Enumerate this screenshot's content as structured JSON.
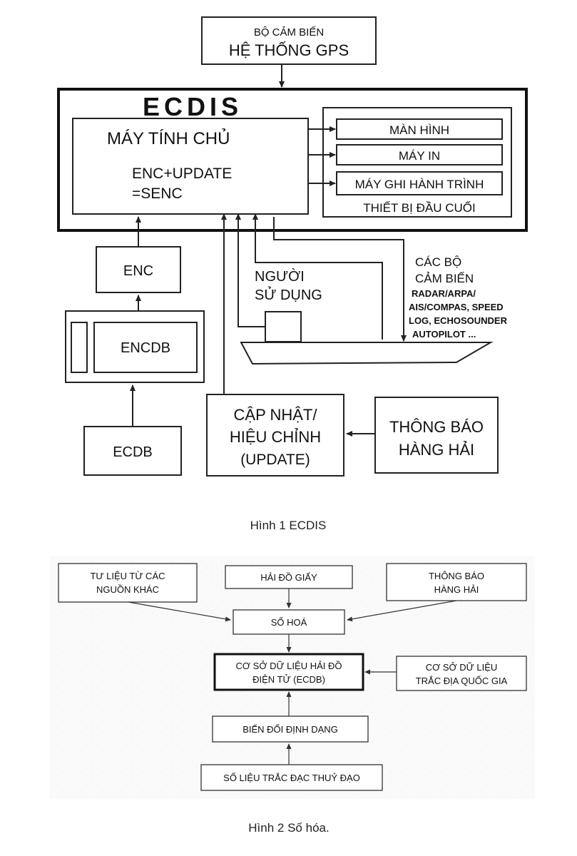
{
  "figure1": {
    "gps": {
      "line1": "BỘ CẢM BIẾN",
      "line2": "HỆ THỐNG GPS"
    },
    "ecdis_title": "ECDIS",
    "host": {
      "title": "MÁY TÍNH CHỦ",
      "line1": "ENC+UPDATE",
      "line2": "=SENC"
    },
    "terminals": {
      "items": [
        "MÀN HÌNH",
        "MÁY IN",
        "MÁY GHI HÀNH TRÌNH"
      ],
      "label": "THIẾT BỊ ĐẦU CUỐI"
    },
    "enc": "ENC",
    "encdb": "ENCDB",
    "ecdb": "ECDB",
    "user": {
      "line1": "NGƯỜI",
      "line2": "SỬ DỤNG"
    },
    "sensors": {
      "line1": "CÁC BỘ",
      "line2": "CẢM BIẾN",
      "line3": "RADAR/ARPA/",
      "line4": "AIS/COMPAS, SPEED",
      "line5": "LOG, ECHOSOUNDER",
      "line6": "AUTOPILOT ..."
    },
    "update": {
      "line1": "CẬP NHẬT/",
      "line2": "HIỆU CHỈNH",
      "line3": "(UPDATE)"
    },
    "notice": {
      "line1": "THÔNG BÁO",
      "line2": "HÀNG HẢI"
    },
    "caption": "Hình 1 ECDIS"
  },
  "figure2": {
    "other_sources": {
      "line1": "TƯ LIỆU TỪ CÁC",
      "line2": "NGUỒN KHÁC"
    },
    "paper_chart": "HẢI ĐỒ GIẤY",
    "nautical_notice": {
      "line1": "THÔNG BÁO",
      "line2": "HÀNG HẢI"
    },
    "digitize": "SỐ HOÁ",
    "ecdb": {
      "line1": "CƠ SỞ DỮ LIỆU HẢI ĐỒ",
      "line2": "ĐIỆN TỬ (ECDB)"
    },
    "national_geodesy": {
      "line1": "CƠ SỞ DỮ LIỆU",
      "line2": "TRẮC ĐỊA QUỐC GIA"
    },
    "format_conversion": "BIẾN ĐỔI ĐỊNH DẠNG",
    "hydro_survey": "SỐ LIỆU TRẮC ĐẠC THUỶ ĐẠO",
    "caption": "Hình 2 Số hóa."
  }
}
